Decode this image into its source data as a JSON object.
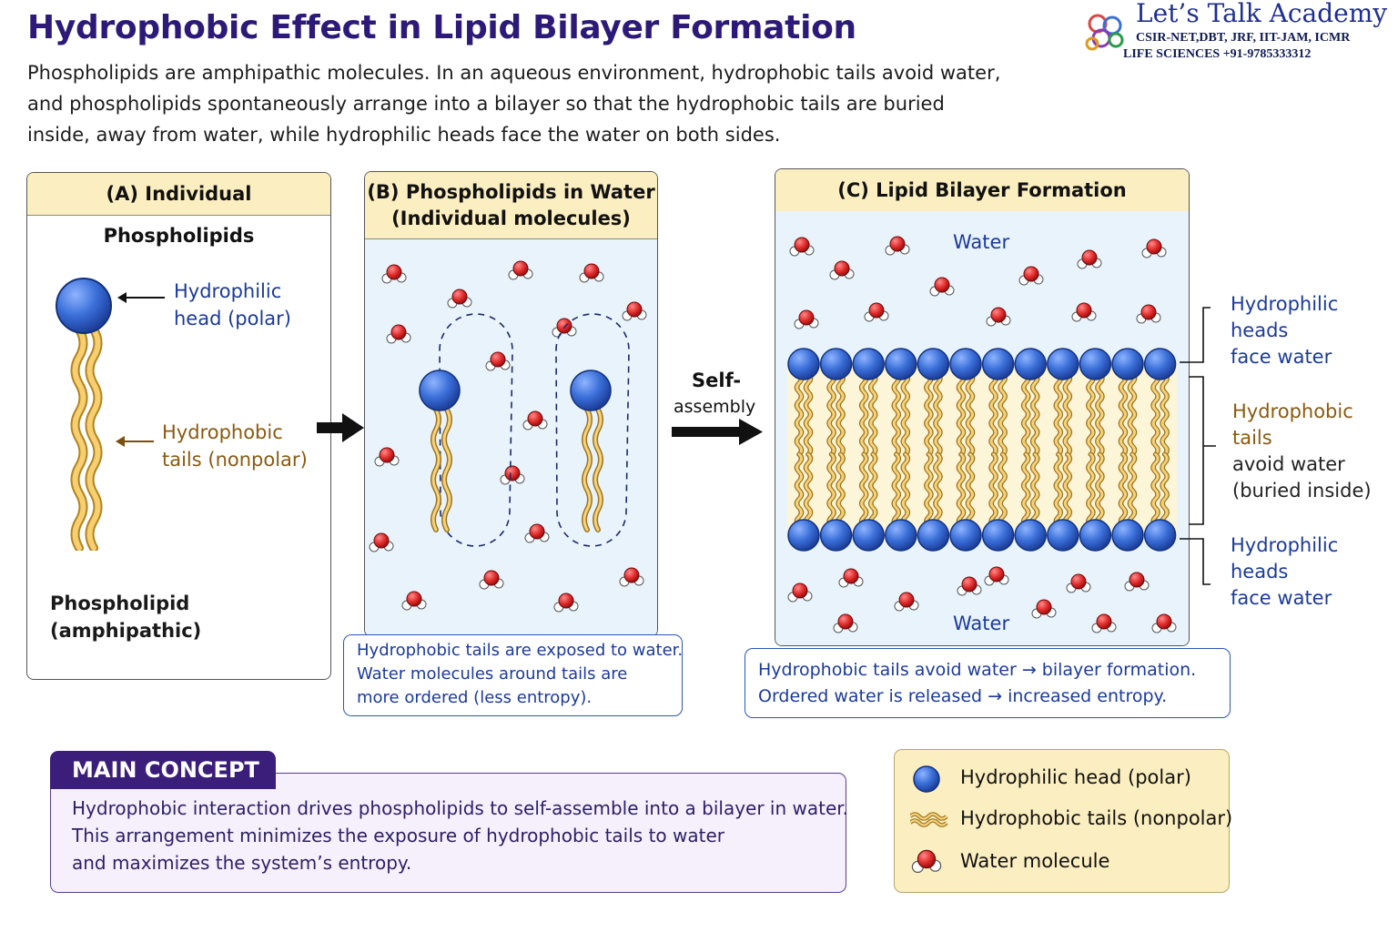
{
  "header": {
    "title": "Hydrophobic Effect in Lipid Bilayer Formation",
    "intro": [
      "Phospholipids are amphipathic molecules. In an aqueous environment, hydrophobic tails avoid water,",
      "and phospholipids spontaneously arrange into a bilayer so that the hydrophobic tails are buried",
      "inside, away from water, while hydrophilic heads face the water on both sides."
    ]
  },
  "brand": {
    "name": "Let’s Talk Academy",
    "line1": "CSIR-NET,DBT, JRF, IIT-JAM, ICMR",
    "line2": "LIFE SCIENCES  +91-9785333312"
  },
  "panel_a": {
    "title": "(A) Individual Phospholipids",
    "head_label": [
      "Hydrophilic",
      "head (polar)"
    ],
    "tail_label": [
      "Hydrophobic",
      "tails (nonpolar)"
    ],
    "caption": [
      "Phospholipid",
      "(amphipathic)"
    ]
  },
  "panel_b": {
    "title": [
      "(B) Phospholipids in Water",
      "(Individual molecules)"
    ],
    "note": [
      "Hydrophobic tails are exposed to water.",
      "Water molecules around tails are",
      "more ordered (less entropy)."
    ]
  },
  "arrow_label": [
    "Self-",
    "assembly"
  ],
  "panel_c": {
    "title": "(C) Lipid Bilayer Formation",
    "water_top": "Water",
    "water_bottom": "Water",
    "side_top": [
      "Hydrophilic",
      "heads",
      "face water"
    ],
    "side_mid": [
      "Hydrophobic",
      "tails",
      "avoid water",
      "(buried inside)"
    ],
    "side_bottom": [
      "Hydrophilic",
      "heads",
      "face water"
    ],
    "note": [
      "Hydrophobic tails avoid water → bilayer formation.",
      "Ordered water is released → increased entropy."
    ]
  },
  "concept": {
    "heading": "MAIN CONCEPT",
    "lines": [
      "Hydrophobic interaction drives phospholipids to self-assemble into a bilayer in water.",
      "This arrangement minimizes the exposure of hydrophobic tails to water",
      "and maximizes the system’s entropy."
    ]
  },
  "legend": {
    "items": [
      {
        "icon": "blue-sphere-icon",
        "label": "Hydrophilic head (polar)"
      },
      {
        "icon": "wavy-tails-icon",
        "label": "Hydrophobic tails (nonpolar)"
      },
      {
        "icon": "water-molecule-icon",
        "label": "Water molecule"
      }
    ]
  },
  "colors": {
    "title": "#2d1a78",
    "head": "#3a6fd8",
    "tail": "#f2c25a",
    "oxygen": "#e02a2a",
    "water_bg": "#e8f3fc",
    "panel_head": "#fbeec0",
    "concept": "#3a1e7a"
  }
}
